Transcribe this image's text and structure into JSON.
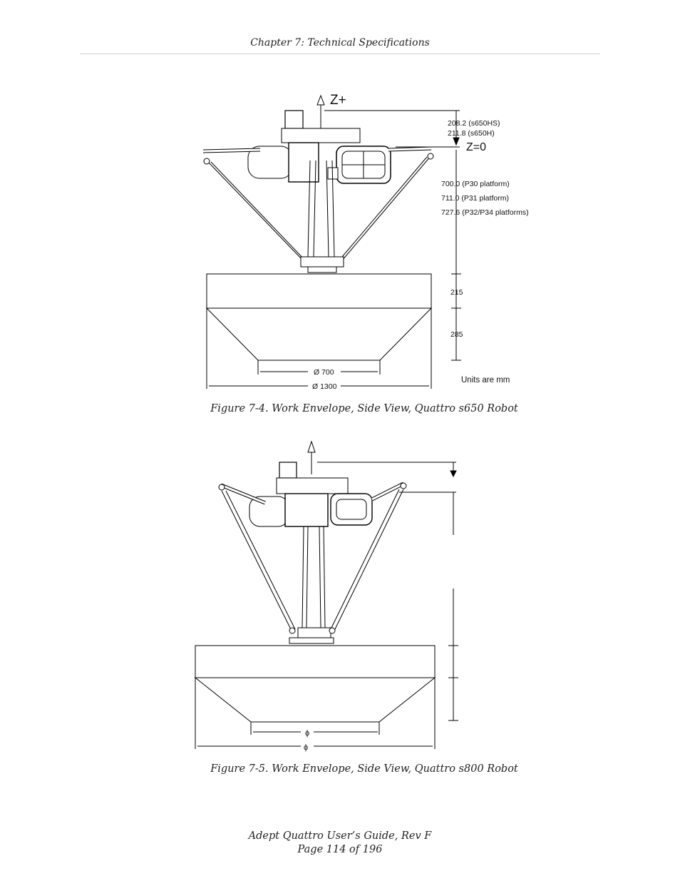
{
  "header": {
    "title": "Chapter 7: Technical Specifications"
  },
  "figure1": {
    "z_plus": "Z+",
    "z_zero": "Z=0",
    "offset_line1": "208.2 (s650HS)",
    "offset_line2": "211.8 (s650H)",
    "height_line1": "700.0 (P30 platform)",
    "height_line2": "711.0 (P31 platform)",
    "height_line3": "727.6 (P32/P34 platforms)",
    "dim_215": "215",
    "dim_285": "285",
    "dia_700": "Ø  700",
    "dia_1300": "Ø  1300",
    "units": "Units are mm",
    "caption": "Figure 7-4. Work Envelope, Side View, Quattro s650 Robot"
  },
  "figure2": {
    "dia_small": "ϕ",
    "dia_large": "ϕ",
    "caption": "Figure 7-5. Work Envelope, Side View, Quattro s800 Robot"
  },
  "footer": {
    "line1": "Adept Quattro User’s Guide, Rev F",
    "line2": "Page 114 of 196"
  }
}
